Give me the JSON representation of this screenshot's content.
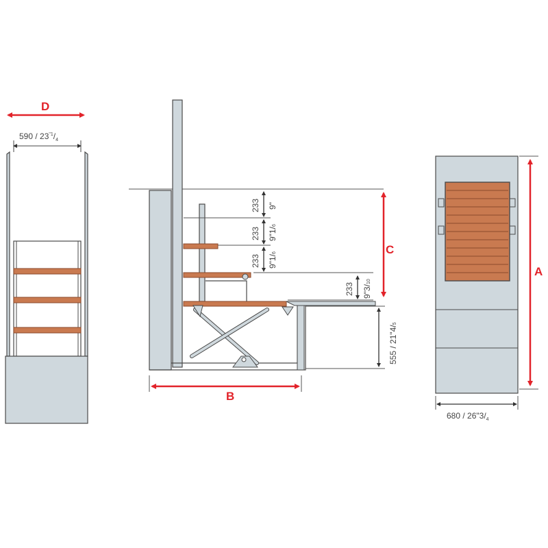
{
  "labels": {
    "D": "D",
    "B": "B",
    "C": "C",
    "A": "A"
  },
  "dimensions": {
    "front_width": {
      "main": "590 / 23",
      "sup": "\"1",
      "sub": "4"
    },
    "rise_1": {
      "mm": "233",
      "inch": "9\""
    },
    "rise_2": {
      "mm": "233",
      "inch": "9\"1",
      "sub": "6"
    },
    "rise_3": {
      "mm": "233",
      "inch": "9\"1",
      "sub": "6"
    },
    "rise_4": {
      "mm": "233",
      "inch": "9\"3",
      "sub": "10"
    },
    "base_height": {
      "main": "555 / 21\"4",
      "sub": "5"
    },
    "top_width": {
      "main": "680 / 26\"3",
      "sub": "4"
    }
  },
  "colors": {
    "accent_red": "#e2232a",
    "panel_fill": "#cfd8dd",
    "panel_stroke": "#4a4a4a",
    "wood": "#c97a50",
    "wood_dark": "#8a4a2c",
    "dim_line": "#444444"
  }
}
